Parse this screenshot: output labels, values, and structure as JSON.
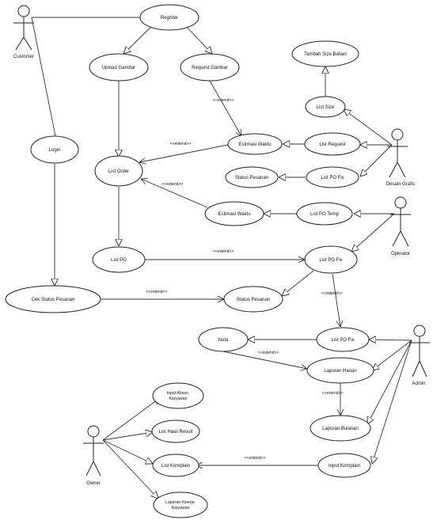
{
  "use_cases": {
    "register": "Register",
    "upload_gambar": "Upload Gambar",
    "request_gambar": "Request Gambar",
    "tambah_size_bahan": "Tambah Size Bahan",
    "list_size": "List Size",
    "login": "Login",
    "estimasi_waktu_1": "Estimasi Waktu",
    "list_request": "List Request",
    "list_order": "List Order",
    "status_pesanan_1": "Status Pesanan",
    "list_po_fix_1": "List PO Fix",
    "estimasi_waktu_2": "Estimasi Waktu",
    "list_po_temp": "List PO Temp",
    "list_po": "List PO",
    "list_po_fix_2": "List PO Fix",
    "cek_status_pesanan": "Cek Status Pesanan",
    "status_pesanan_2": "Status Pesanan",
    "list_po_fix_3": "List PO Fix",
    "nota": "Nota",
    "laporan_harian": "Laporan Harian",
    "input_absen": "Input Absen Karyawan",
    "list_hasil_result": "List Hasil Result",
    "laporan_bulanan": "Laporan Bulanan",
    "list_komplain": "List Komplain",
    "input_komplain": "Input Komplain",
    "laporan_kinerja": "Laporan Kinerja Karyawan"
  },
  "actors": {
    "customer": "Customer",
    "desain_grafis": "Desain Grafis",
    "operator": "Operator",
    "admin": "Admin",
    "owner": "Owner"
  },
  "stereotype": "<<extend>>"
}
